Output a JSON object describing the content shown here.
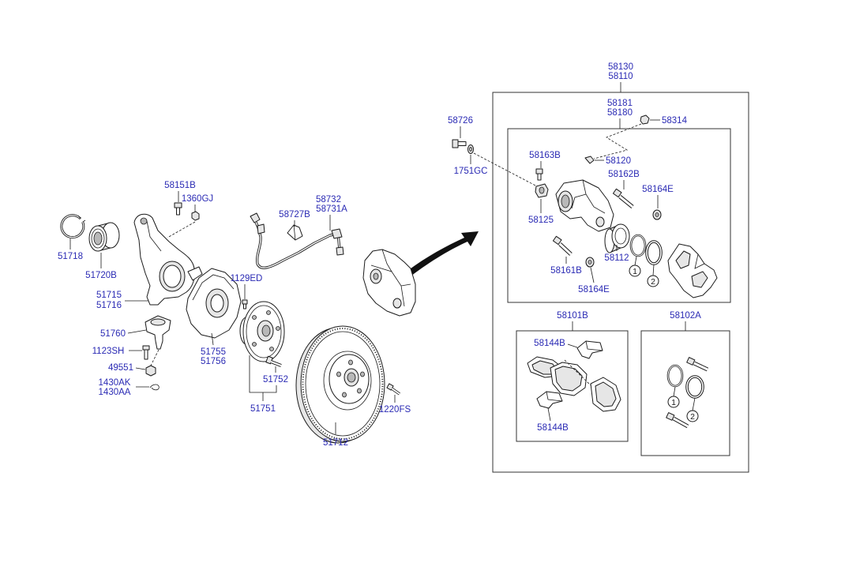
{
  "header": {
    "codes": [
      "58130",
      "58110"
    ]
  },
  "caliper_group": {
    "codes": [
      "58181",
      "58180"
    ],
    "cap": "58314",
    "bolt": "58726",
    "washer": "1751GC",
    "guide_bolt": "58163B",
    "bleeder": "58120",
    "pin_upper": "58162B",
    "boot_upper": "58164E",
    "bushing": "58125",
    "pin_lower": "58161B",
    "piston": "58112",
    "boot_lower": "58164E",
    "ring_markers": [
      "1",
      "2"
    ]
  },
  "pad_kit": {
    "code": "58101B",
    "clip_upper": "58144B",
    "clip_lower": "58144B"
  },
  "seal_kit": {
    "code": "58102A",
    "ring_markers": [
      "1",
      "2"
    ]
  },
  "suspension": {
    "bolt": "58151B",
    "nut": "1360GJ",
    "snap_ring": "51718",
    "bearing": "51720B",
    "knuckle": [
      "51715",
      "51716"
    ],
    "ball_joint": "51760",
    "ball_joint_bolt": "1123SH",
    "ball_joint_nut": "49551",
    "split_pin": [
      "1430AK",
      "1430AA"
    ],
    "shield_bolt": "1129ED",
    "dust_shield": [
      "51755",
      "51756"
    ],
    "hub_bolt": "51752",
    "hub": "51751",
    "disc_screw": "1220FS",
    "disc": "51712"
  },
  "hose": {
    "codes": [
      "58732",
      "58731A"
    ],
    "bracket": "58727B"
  },
  "colors": {
    "callout_text": "#2a2ab4",
    "line": "#1a1a1a",
    "background": "#ffffff"
  }
}
